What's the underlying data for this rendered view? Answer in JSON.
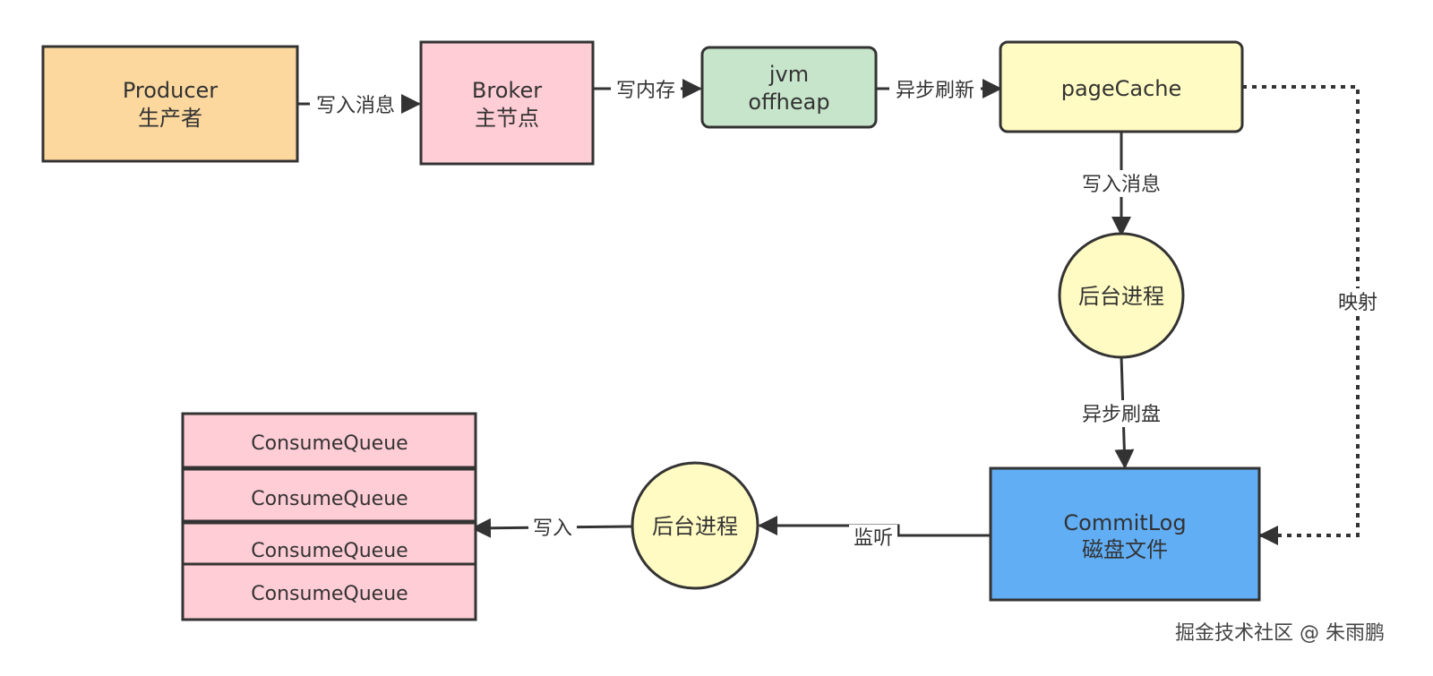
{
  "nodes": {
    "producer": {
      "line1": "Producer",
      "line2": "生产者",
      "fill": "#fcd89f"
    },
    "broker": {
      "line1": "Broker",
      "line2": "主节点",
      "fill": "#ffcdd6"
    },
    "jvm": {
      "line1": "jvm",
      "line2": "offheap",
      "fill": "#c7e5cb"
    },
    "pagecache": {
      "line1": "pageCache",
      "fill": "#fffbc2"
    },
    "bg_process_1": {
      "line1": "后台进程",
      "fill": "#fffbc2"
    },
    "commitlog": {
      "line1": "CommitLog",
      "line2": "磁盘文件",
      "fill": "#61aef5"
    },
    "bg_process_2": {
      "line1": "后台进程",
      "fill": "#fffbc2"
    },
    "consume_queues": [
      {
        "label": "ConsumeQueue"
      },
      {
        "label": "ConsumeQueue"
      },
      {
        "label": "ConsumeQueue"
      },
      {
        "label": "ConsumeQueue"
      }
    ],
    "consume_queue_fill": "#ffcdd6"
  },
  "edges": {
    "producer_to_broker": "写入消息",
    "broker_to_jvm": "写内存",
    "jvm_to_pagecache": "异步刷新",
    "pagecache_to_process": "写入消息",
    "process_to_commitlog": "异步刷盘",
    "pagecache_mapping": "映射",
    "commitlog_to_process": "监听",
    "process_to_queue": "写入"
  },
  "watermark": "掘金技术社区 @ 朱雨鹏",
  "stroke_color": "#333333"
}
